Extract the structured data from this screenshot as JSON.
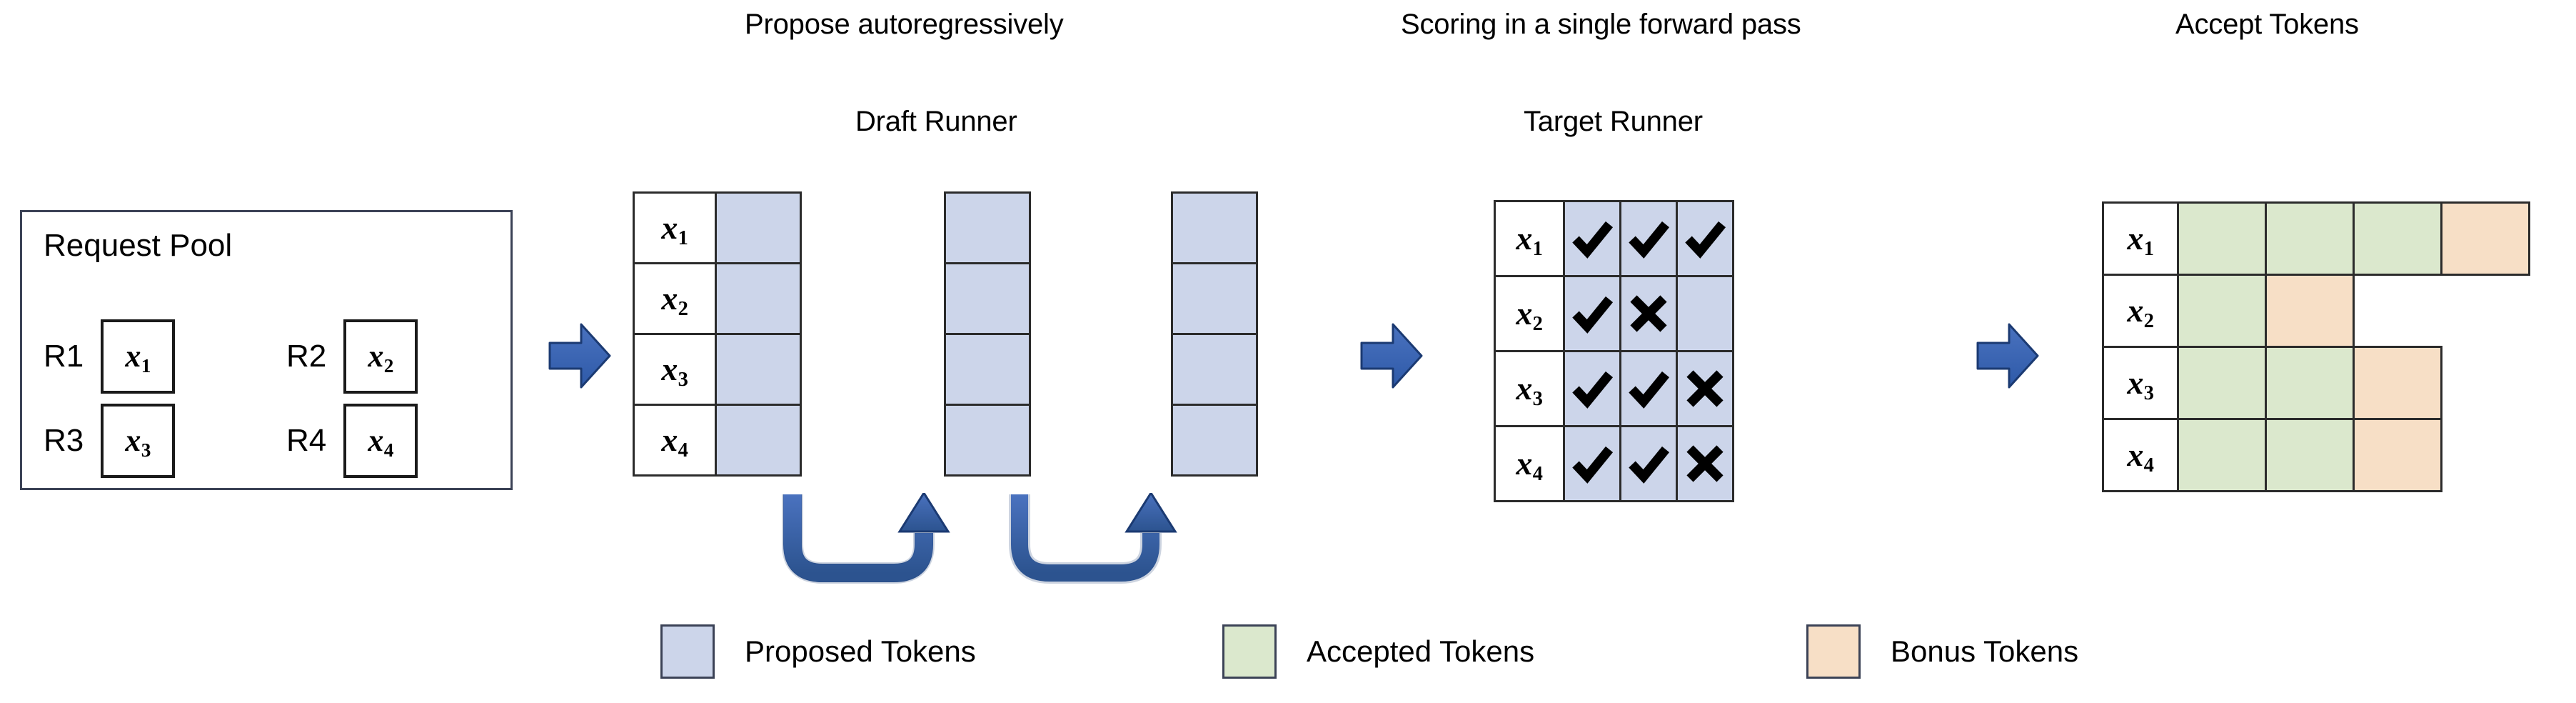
{
  "captions": {
    "propose": "Propose autoregressively",
    "draft_runner": "Draft Runner",
    "scoring": "Scoring in a single forward pass",
    "target_runner": "Target Runner",
    "accept_tokens": "Accept Tokens"
  },
  "request_pool": {
    "title": "Request Pool",
    "requests": [
      {
        "label": "R1",
        "token": "x",
        "index": "1"
      },
      {
        "label": "R2",
        "token": "x",
        "index": "2"
      },
      {
        "label": "R3",
        "token": "x",
        "index": "3"
      },
      {
        "label": "R4",
        "token": "x",
        "index": "4"
      }
    ]
  },
  "row_labels": [
    {
      "token": "x",
      "index": "1"
    },
    {
      "token": "x",
      "index": "2"
    },
    {
      "token": "x",
      "index": "3"
    },
    {
      "token": "x",
      "index": "4"
    }
  ],
  "draft_runner": {
    "steps": 3,
    "rows": 4,
    "cell_fill": "proposed"
  },
  "target_runner": {
    "columns": 3,
    "rows": [
      {
        "label": "x1",
        "marks": [
          "check",
          "check",
          "check"
        ]
      },
      {
        "label": "x2",
        "marks": [
          "check",
          "cross",
          "none"
        ]
      },
      {
        "label": "x3",
        "marks": [
          "check",
          "check",
          "cross"
        ]
      },
      {
        "label": "x4",
        "marks": [
          "check",
          "check",
          "cross"
        ]
      }
    ]
  },
  "accept_tokens": {
    "rows": [
      {
        "label": "x1",
        "cells": [
          "accepted",
          "accepted",
          "accepted",
          "bonus"
        ]
      },
      {
        "label": "x2",
        "cells": [
          "accepted",
          "bonus"
        ]
      },
      {
        "label": "x3",
        "cells": [
          "accepted",
          "accepted",
          "bonus"
        ]
      },
      {
        "label": "x4",
        "cells": [
          "accepted",
          "accepted",
          "bonus"
        ]
      }
    ]
  },
  "legend": [
    {
      "label": "Proposed Tokens",
      "color": "#ccd5ea"
    },
    {
      "label": "Accepted Tokens",
      "color": "#dbe8cd"
    },
    {
      "label": "Bonus Tokens",
      "color": "#f7dfc6"
    }
  ],
  "colors": {
    "proposed": "#ccd5ea",
    "accepted": "#dbe8cd",
    "bonus": "#f7dfc6",
    "arrow_blue": "#2e5aa8",
    "arrow_blue_light": "#4a72bf",
    "outline": "#2b2b2b",
    "pool_outline": "#3b4256",
    "background": "#ffffff"
  },
  "icons": {
    "check": "check-icon",
    "cross": "cross-icon",
    "right_arrow": "right-arrow-icon",
    "loop_arrow": "loop-arrow-icon"
  }
}
